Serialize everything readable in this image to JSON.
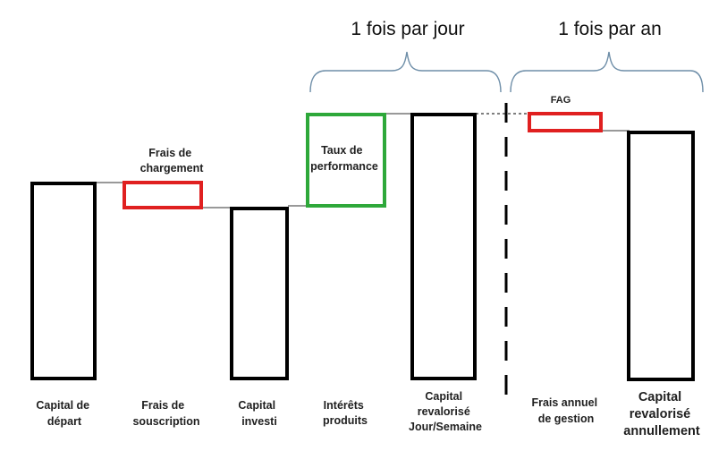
{
  "braces": {
    "daily": "1 fois par jour",
    "yearly": "1 fois par an"
  },
  "colors": {
    "bar_stroke": "#000000",
    "fees_stroke": "#e02020",
    "performance_stroke": "#2ea83a",
    "brace_stroke": "#6e8ea8",
    "connector": "#333333"
  },
  "inner_labels": {
    "frais_chargement": [
      "Frais de",
      "chargement"
    ],
    "taux_performance": [
      "Taux de",
      "performance"
    ],
    "fag": "FAG"
  },
  "bottom_labels": {
    "capital_depart": [
      "Capital de",
      "départ"
    ],
    "frais_souscription": [
      "Frais de",
      "souscription"
    ],
    "capital_investi": [
      "Capital",
      "investi"
    ],
    "interets_produits": [
      "Intérêts",
      "produits"
    ],
    "capital_revalorise_jour": [
      "Capital",
      "revalorisé",
      "Jour/Semaine"
    ],
    "frais_annuel_gestion": [
      "Frais annuel",
      "de gestion"
    ],
    "capital_revalorise_annuel": [
      "Capital",
      "revalorisé",
      "annullement"
    ]
  }
}
